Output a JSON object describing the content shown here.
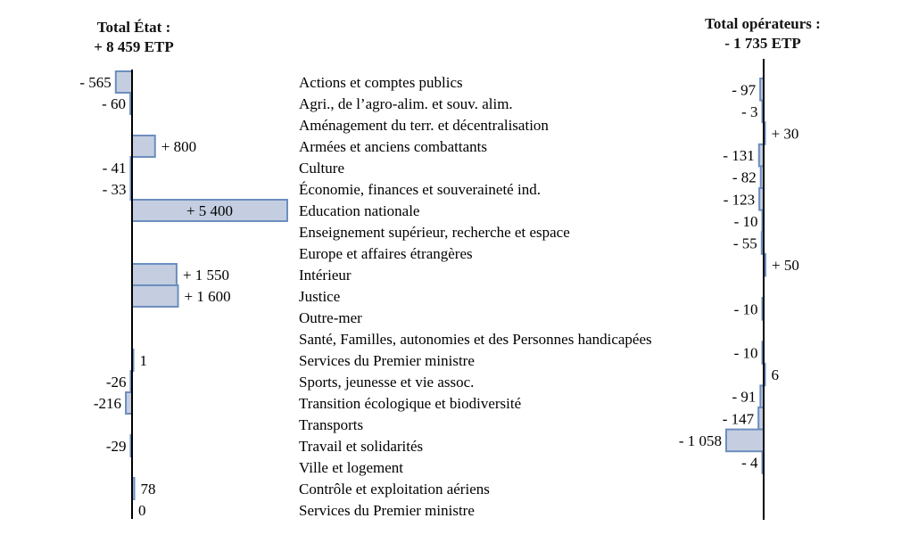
{
  "chart_data": {
    "type": "bar",
    "orientation": "horizontal",
    "categories": [
      "Actions et comptes publics",
      "Agri., de l’agro-alim. et souv. alim.",
      "Aménagement du terr. et décentralisation",
      "Armées et anciens combattants",
      "Culture",
      "Économie, finances et souveraineté ind.",
      "Education nationale",
      "Enseignement supérieur, recherche et espace",
      "Europe et affaires étrangères",
      "Intérieur",
      "Justice",
      "Outre-mer",
      "Santé, Familles, autonomies et des Personnes handicapées",
      "Services du Premier ministre",
      "Sports, jeunesse et vie assoc.",
      "Transition écologique et biodiversité",
      "Transports",
      "Travail et solidarités",
      "Ville et logement",
      "Contrôle et exploitation aériens",
      "Services du Premier ministre"
    ],
    "series": [
      {
        "name": "État",
        "title_line1": "Total État :",
        "title_line2": "+ 8 459 ETP",
        "values": [
          -565,
          -60,
          null,
          800,
          -41,
          -33,
          5400,
          null,
          null,
          1550,
          1600,
          null,
          null,
          1,
          -26,
          -216,
          null,
          -29,
          null,
          78,
          0
        ],
        "labels": [
          "- 565",
          "- 60",
          null,
          "+ 800",
          "- 41",
          "- 33",
          "+ 5 400",
          null,
          null,
          "+ 1 550",
          "+ 1 600",
          null,
          null,
          "1",
          "-26",
          "-216",
          null,
          "-29",
          null,
          "78",
          "0"
        ]
      },
      {
        "name": "Opérateurs",
        "title_line1": "Total opérateurs :",
        "title_line2": "- 1 735 ETP",
        "values": [
          -97,
          -3,
          30,
          -131,
          -82,
          -123,
          -10,
          -55,
          50,
          null,
          -10,
          null,
          -10,
          6,
          -91,
          -147,
          -1058,
          -4
        ],
        "labels": [
          "- 97",
          "- 3",
          "+ 30",
          "- 131",
          "- 82",
          "- 123",
          "- 10",
          "- 55",
          "+ 50",
          null,
          "- 10",
          null,
          "- 10",
          "6",
          "- 91",
          "- 147",
          "- 1 058",
          "- 4"
        ]
      }
    ],
    "colors": {
      "bar_fill": "#c4cee0",
      "bar_stroke": "#6c8ebf",
      "axis": "#000000"
    },
    "grid": false,
    "legend": "none"
  }
}
